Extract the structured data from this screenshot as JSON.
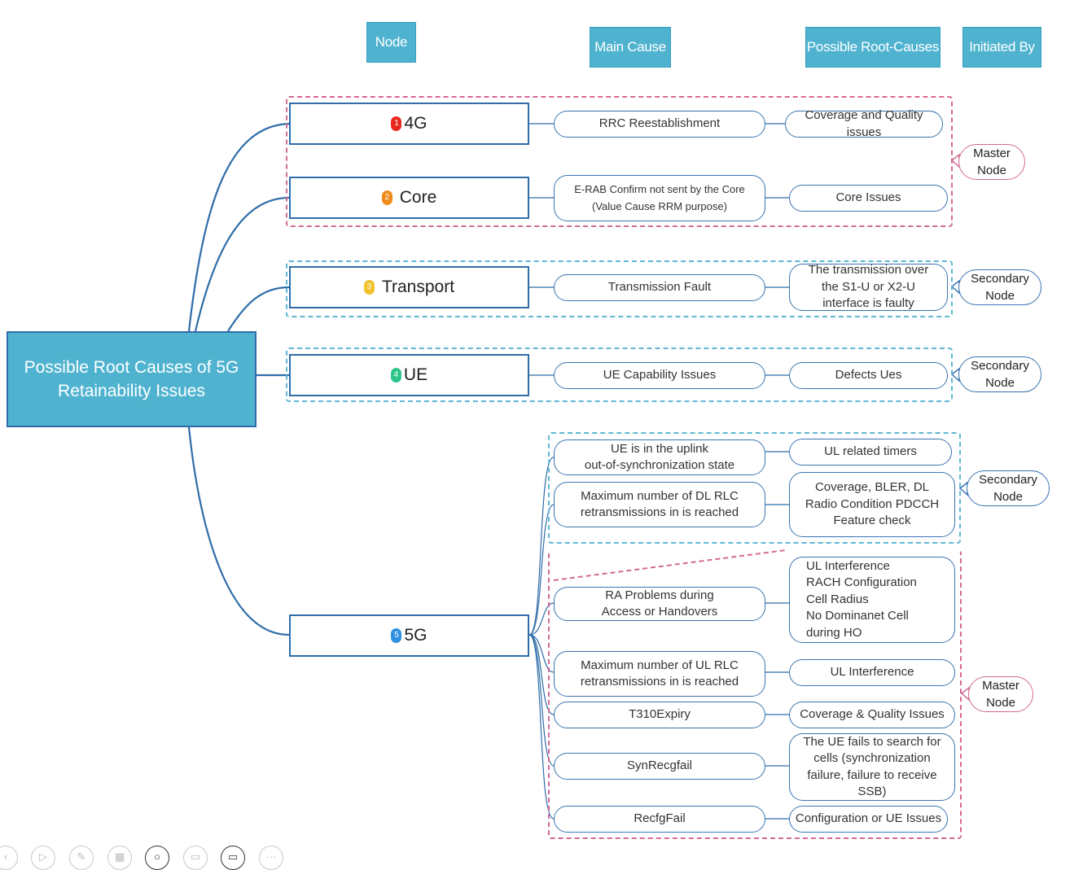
{
  "headers": {
    "node": "Node",
    "main_cause": "Main Cause",
    "root_causes": "Possible Root-Causes",
    "initiated_by": "Initiated By"
  },
  "root": "Possible Root Causes of 5G Retainability Issues",
  "nodes": [
    {
      "number": "1",
      "label": "4G",
      "badge_color": "#e8281e"
    },
    {
      "number": "2",
      "label": "Core",
      "badge_color": "#f08c1e"
    },
    {
      "number": "3",
      "label": "Transport",
      "badge_color": "#f2c12e"
    },
    {
      "number": "4",
      "label": "UE",
      "badge_color": "#2ec58a"
    },
    {
      "number": "5",
      "label": "5G",
      "badge_color": "#2f8fe0"
    }
  ],
  "causes": [
    {
      "main": "RRC Reestablishment",
      "root": "Coverage and Quality issues"
    },
    {
      "main": "E-RAB Confirm not sent by the Core\n(Value Cause  RRM purpose)",
      "root": "Core Issues"
    },
    {
      "main": "Transmission Fault",
      "root": "The transmission over\nthe S1-U or X2-U\ninterface is faulty"
    },
    {
      "main": "UE Capability Issues",
      "root": "Defects Ues"
    },
    {
      "main": "UE is in the uplink\nout-of-synchronization state",
      "root": "UL related timers"
    },
    {
      "main": "Maximum number of DL RLC\nretransmissions in is reached",
      "root": "Coverage, BLER, DL\nRadio Condition PDCCH\nFeature check"
    },
    {
      "main": "RA Problems during\nAccess or Handovers",
      "root": "UL Interference\nRACH Configuration\nCell Radius\nNo Dominanet Cell\nduring HO"
    },
    {
      "main": "Maximum number of UL RLC\nretransmissions in is reached",
      "root": "UL Interference"
    },
    {
      "main": "T310Expiry",
      "root": "Coverage & Quality Issues"
    },
    {
      "main": "SynRecgfail",
      "root": "The UE fails to search for\ncells (synchronization\nfailure, failure to receive\nSSB)"
    },
    {
      "main": "RecfgFail",
      "root": "Configuration or UE Issues"
    }
  ],
  "initiators": [
    {
      "label": "Master\nNode",
      "kind": "master"
    },
    {
      "label": "Secondary\nNode",
      "kind": "secondary"
    },
    {
      "label": "Secondary\nNode",
      "kind": "secondary"
    },
    {
      "label": "Secondary\nNode",
      "kind": "secondary"
    },
    {
      "label": "Master\nNode",
      "kind": "master"
    }
  ],
  "toolbar_icons": [
    "back-icon",
    "play-icon",
    "pen-icon",
    "grid-icon",
    "zoom-icon",
    "screen-icon",
    "video-icon",
    "more-icon"
  ]
}
